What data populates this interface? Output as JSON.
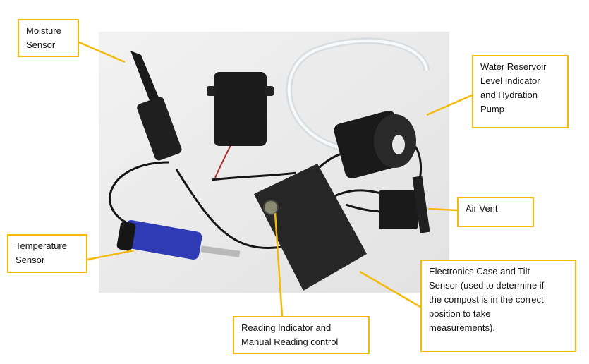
{
  "colors": {
    "callout_border": "#f5b90a",
    "leader_line": "#f5b90a",
    "photo_background": "#eeeeee",
    "device_black": "#1c1c1c",
    "sensor_blue": "#2f3bb5"
  },
  "labels": {
    "moisture": [
      "Moisture",
      "Sensor"
    ],
    "water": [
      "Water Reservoir",
      "Level Indicator",
      "and Hydration",
      "Pump"
    ],
    "air_vent": [
      "Air Vent"
    ],
    "temperature": [
      "Temperature",
      "Sensor"
    ],
    "electronics": [
      "Electronics Case and Tilt",
      "Sensor (used to determine if",
      "the compost is in the correct",
      "position to take",
      "measurements)."
    ],
    "reading": [
      "Reading Indicator and",
      "Manual Reading control"
    ]
  }
}
